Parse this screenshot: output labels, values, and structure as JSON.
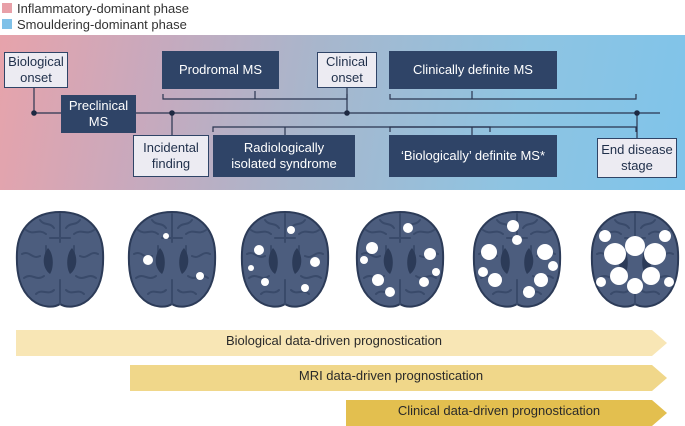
{
  "legend": [
    {
      "label": "Inflammatory-dominant phase",
      "color": "#e8a0a8"
    },
    {
      "label": "Smouldering-dominant phase",
      "color": "#7fc1e8"
    }
  ],
  "timeline": {
    "above": {
      "biological_onset": "Biological\nonset",
      "prodromal": "Prodromal MS",
      "clinical_onset": "Clinical\nonset",
      "clinically_definite": "Clinically definite MS"
    },
    "below": {
      "preclinical": "Preclinical\nMS",
      "incidental": "Incidental\nfinding",
      "ris": "Radiologically\nisolated syndrome",
      "biologically_definite": "‘Biologically’ definite MS*",
      "end_stage": "End disease\nstage"
    }
  },
  "brain_stages": [
    {
      "lesion_level": 0
    },
    {
      "lesion_level": 1
    },
    {
      "lesion_level": 2
    },
    {
      "lesion_level": 3
    },
    {
      "lesion_level": 4
    },
    {
      "lesion_level": 5
    }
  ],
  "prognostication": [
    {
      "label": "Biological data-driven prognostication",
      "color": "#f8e6b5"
    },
    {
      "label": "MRI data-driven prognostication",
      "color": "#f0d78a"
    },
    {
      "label": "Clinical data-driven prognostication",
      "color": "#e3bf4f"
    }
  ],
  "colors": {
    "dark_box": "#2f4467",
    "light_box": "#ecebf2",
    "brain": "#4c5d7e",
    "brain_dark": "#2c3b58"
  }
}
